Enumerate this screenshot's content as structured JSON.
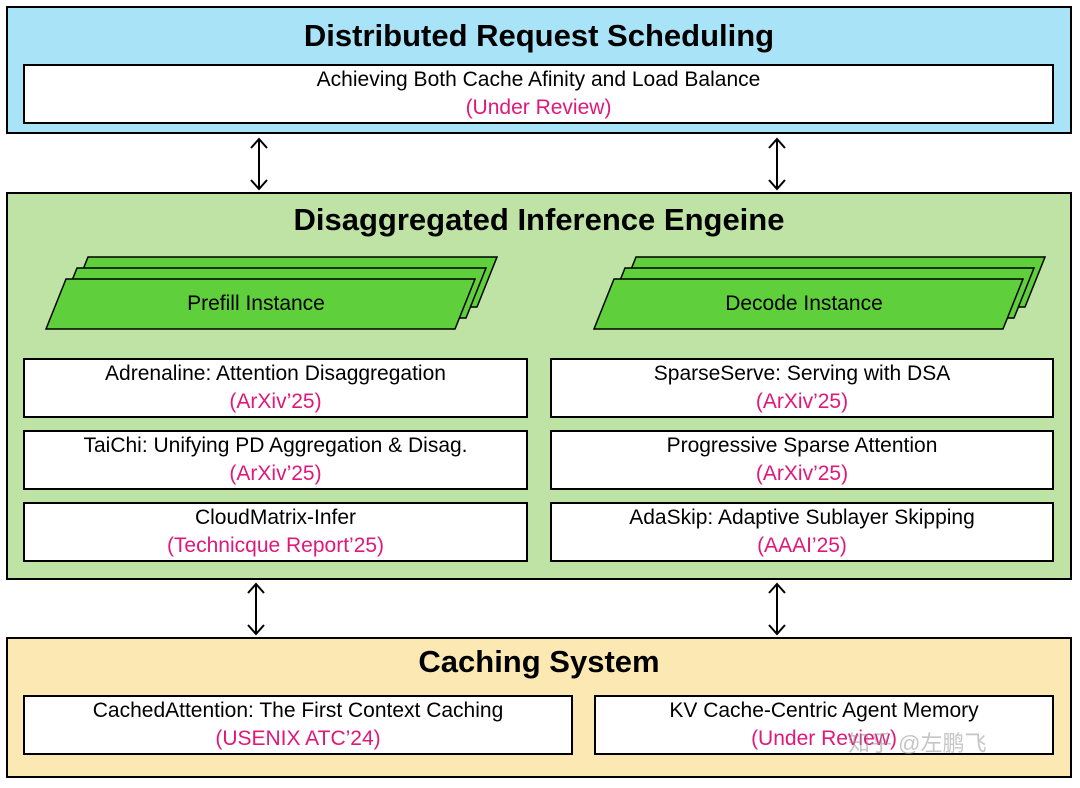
{
  "scheduling": {
    "title": "Distributed Request Scheduling",
    "work": {
      "title": "Achieving Both Cache Afinity and Load Balance",
      "venue": "(Under Review)"
    }
  },
  "engine": {
    "title": "Disaggregated Inference Engeine",
    "prefill_label": "Prefill Instance",
    "decode_label": "Decode Instance",
    "prefill_works": [
      {
        "title": "Adrenaline: Attention Disaggregation",
        "venue": "(ArXiv’25)"
      },
      {
        "title": "TaiChi: Unifying PD Aggregation & Disag.",
        "venue": "(ArXiv’25)"
      },
      {
        "title": "CloudMatrix-Infer",
        "venue": "(Technicque Report’25)"
      }
    ],
    "decode_works": [
      {
        "title": "SparseServe: Serving with DSA",
        "venue": "(ArXiv’25)"
      },
      {
        "title": "Progressive Sparse Attention",
        "venue": "(ArXiv’25)"
      },
      {
        "title": "AdaSkip: Adaptive Sublayer Skipping",
        "venue": "(AAAI’25)"
      }
    ]
  },
  "caching": {
    "title": "Caching System",
    "works": [
      {
        "title": "CachedAttention: The First Context Caching",
        "venue": "(USENIX ATC’24)"
      },
      {
        "title": "KV Cache-Centric Agent Memory",
        "venue": "(Under Review)"
      }
    ]
  },
  "watermark": "知乎 @左鹏飞",
  "colors": {
    "scheduling_bg": "#a9e3f7",
    "engine_bg": "#bfe3a4",
    "caching_bg": "#fce8b2",
    "instance_fill": "#5fcf3c",
    "venue_text": "#e0187a"
  }
}
